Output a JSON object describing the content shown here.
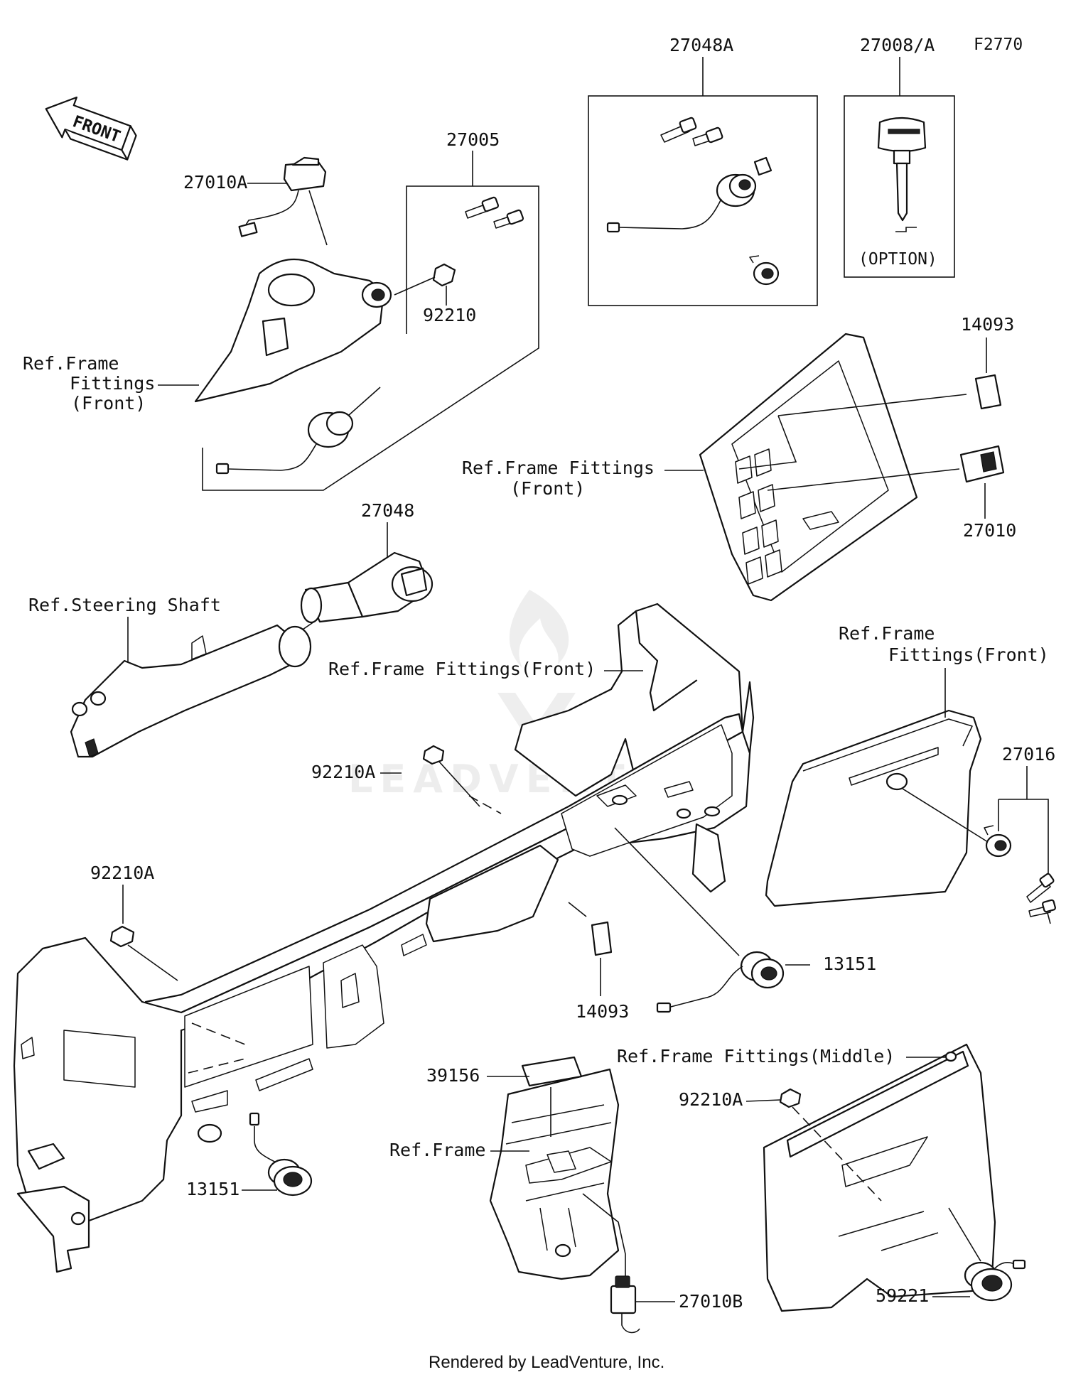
{
  "diagram_code": "F2770",
  "front_arrow_label": "FRONT",
  "watermark": "LEADVENTURE",
  "footer": "Rendered by LeadVenture, Inc.",
  "parts": {
    "p27048A": "27048A",
    "p27008A": "27008/A",
    "option": "(OPTION)",
    "p27005": "27005",
    "p27010A": "27010A",
    "p92210": "92210",
    "p14093_top": "14093",
    "p27010": "27010",
    "p27048": "27048",
    "p92210A_mid": "92210A",
    "p92210A_left": "92210A",
    "p27016": "27016",
    "p13151_right": "13151",
    "p14093_bottom": "14093",
    "p39156": "39156",
    "p92210A_bottom": "92210A",
    "p13151_left": "13151",
    "p27010B": "27010B",
    "p59221": "59221"
  },
  "refs": {
    "frame_front_tl_1": "Ref.Frame",
    "frame_front_tl_2": "Fittings",
    "frame_front_tl_3": "(Front)",
    "frame_front_mid_1": "Ref.Frame Fittings",
    "frame_front_mid_2": "(Front)",
    "steering_shaft": "Ref.Steering Shaft",
    "frame_front_center": "Ref.Frame Fittings(Front)",
    "frame_front_right_1": "Ref.Frame",
    "frame_front_right_2": "Fittings(Front)",
    "frame_middle": "Ref.Frame Fittings(Middle)",
    "frame": "Ref.Frame"
  }
}
